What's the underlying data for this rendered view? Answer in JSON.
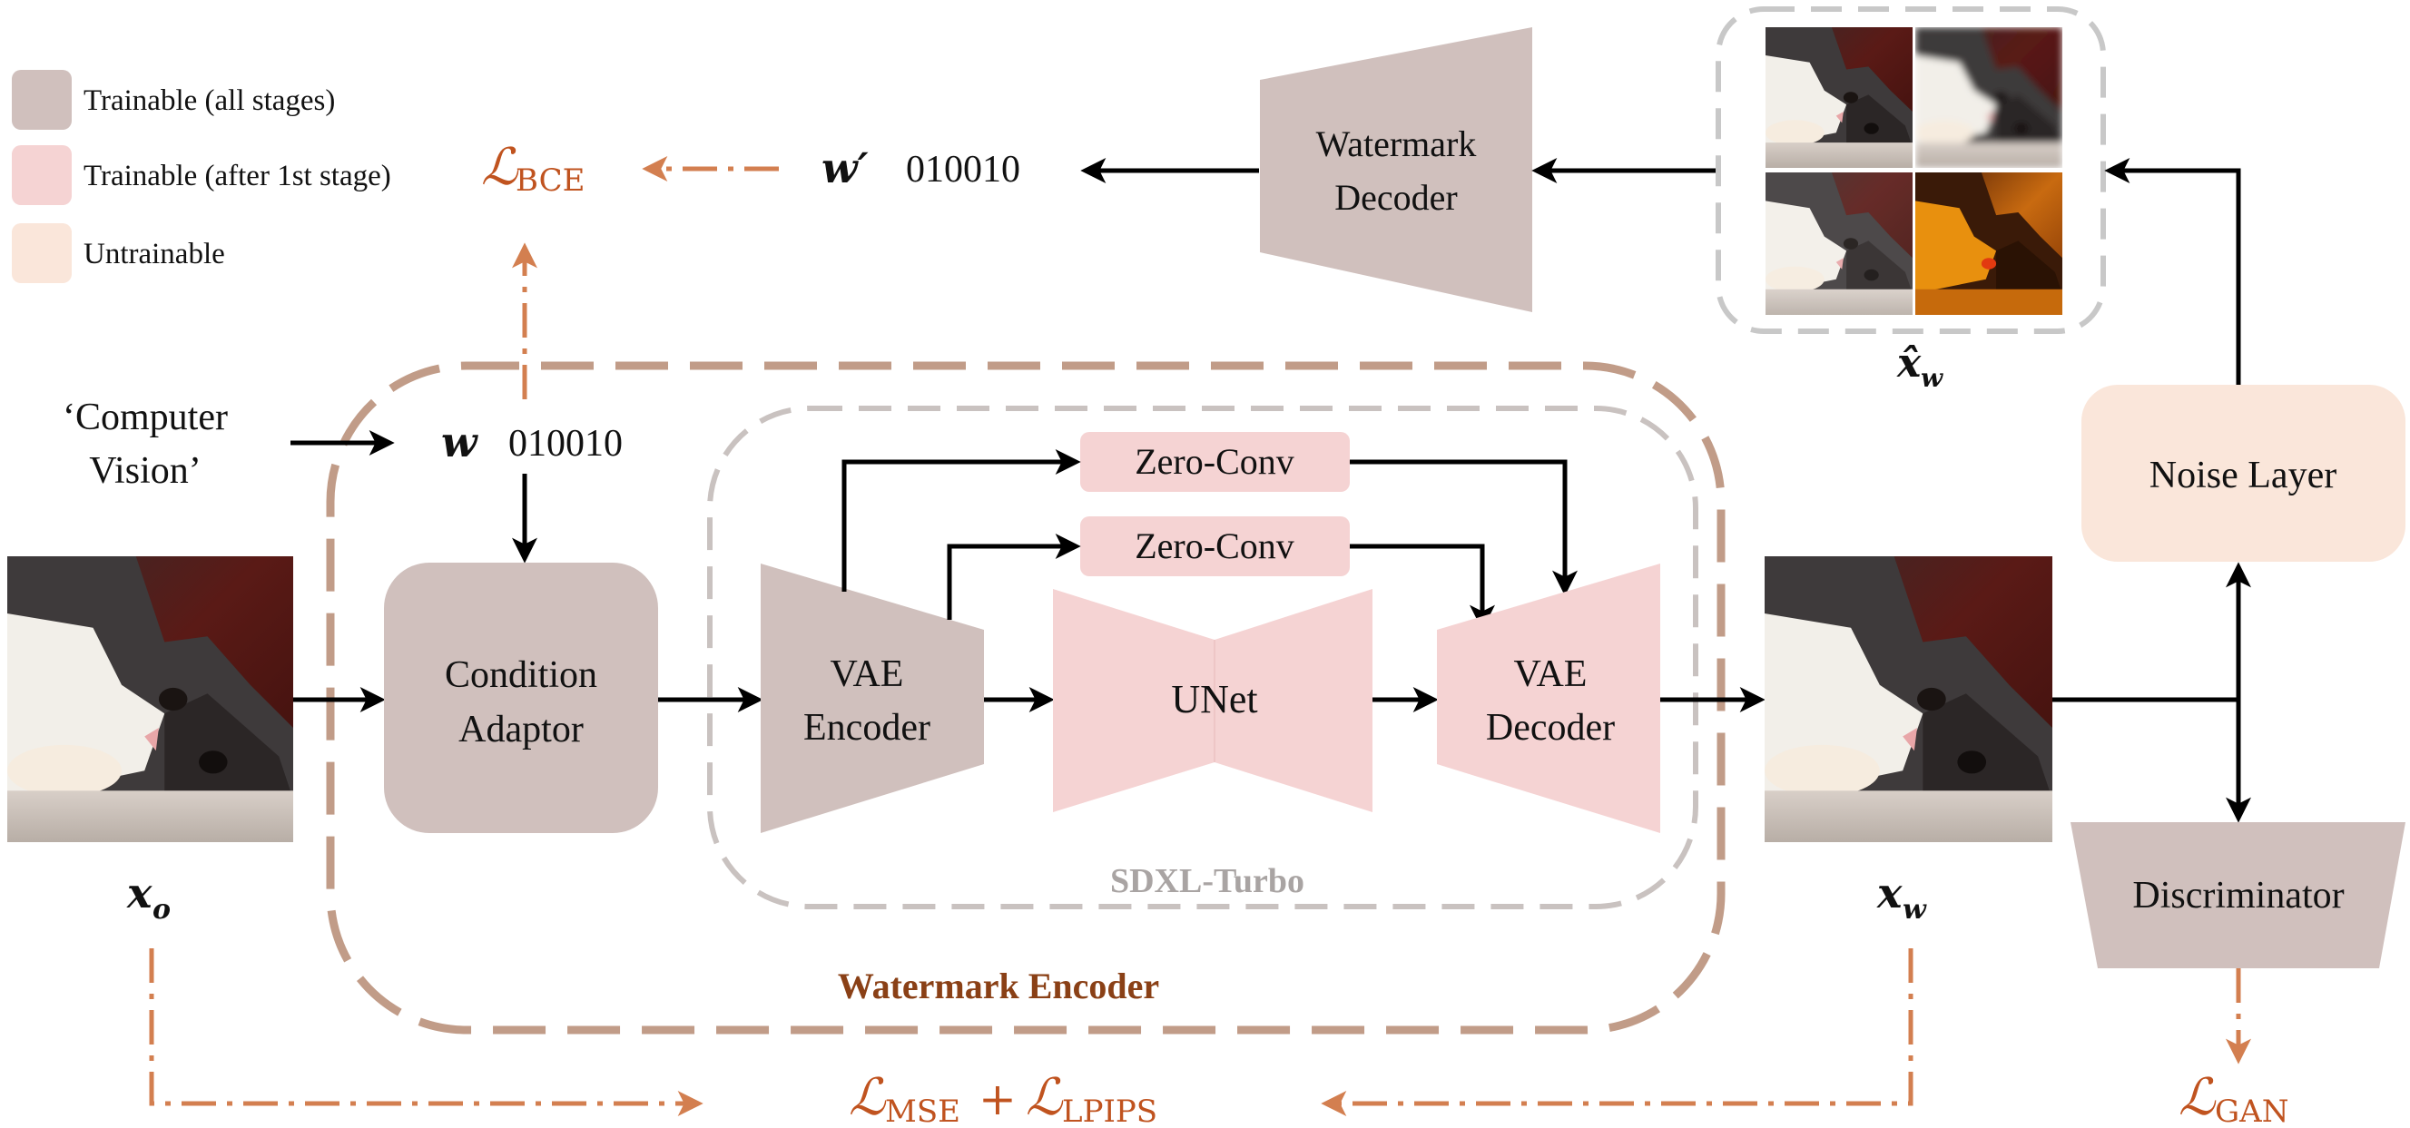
{
  "legend": {
    "items": [
      {
        "label": "Trainable (all stages)",
        "color": "#d0c0bd"
      },
      {
        "label": "Trainable (after 1st stage)",
        "color": "#f5d3d3"
      },
      {
        "label": "Untrainable",
        "color": "#fae6da"
      }
    ]
  },
  "colors": {
    "trainable_all": "#d0c0bd",
    "trainable_after_first": "#f5d3d3",
    "untrainable": "#fae6da",
    "loss_arrow": "#d37f50",
    "loss_text": "#c0531f",
    "encoder_border": "#c19c88",
    "sdxl_border": "#c9c2c0",
    "encoder_title": "#8a4016",
    "sdxl_title": "#a9a4a3"
  },
  "inputs": {
    "text_prompt_line1": "‘Computer",
    "text_prompt_line2": "Vision’",
    "watermark_symbol": "w",
    "watermark_bits": "010010",
    "original_image_label": "x",
    "original_image_sub": "o"
  },
  "blocks": {
    "condition_adaptor_line1": "Condition",
    "condition_adaptor_line2": "Adaptor",
    "vae_encoder_line1": "VAE",
    "vae_encoder_line2": "Encoder",
    "unet": "UNet",
    "vae_decoder_line1": "VAE",
    "vae_decoder_line2": "Decoder",
    "zero_conv_1": "Zero-Conv",
    "zero_conv_2": "Zero-Conv",
    "sdxl_title": "SDXL-Turbo",
    "encoder_title": "Watermark Encoder",
    "noise_layer": "Noise Layer",
    "discriminator": "Discriminator",
    "watermark_decoder_line1": "Watermark",
    "watermark_decoder_line2": "Decoder"
  },
  "outputs": {
    "watermarked_image_label": "x",
    "watermarked_image_sub": "w",
    "noised_image_label": "x̂",
    "noised_image_sub": "w",
    "decoded_symbol": "w′",
    "decoded_bits": "010010"
  },
  "losses": {
    "bce_main": "ℒ",
    "bce_sub": "BCE",
    "mse_main": "ℒ",
    "mse_sub": "MSE",
    "plus": "+",
    "lpips_main": "ℒ",
    "lpips_sub": "LPIPS",
    "gan_main": "ℒ",
    "gan_sub": "GAN"
  }
}
